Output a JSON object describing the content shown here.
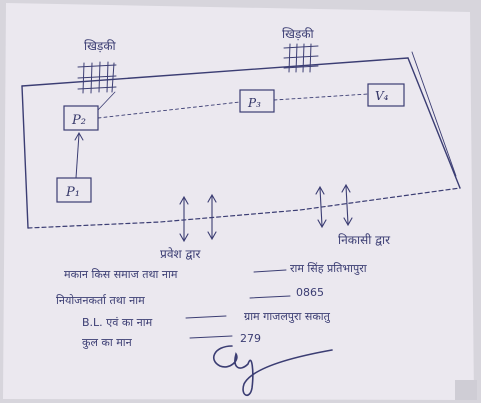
{
  "colors": {
    "paper": "#ebe8ef",
    "ink": "#3b3d73",
    "background": "#d7d5dc"
  },
  "boxes": {
    "p1": "P₁",
    "p2": "P₂",
    "p3": "P₃",
    "p4": "V₄"
  },
  "labels": {
    "window_left": "खिड़की",
    "window_right": "खिड़की",
    "entrance": "प्रवेश द्वार",
    "exit": "निकासी द्वार"
  },
  "notes": {
    "line1_left": "मकान किस समाज तथा नाम",
    "line1_right": "राम सिंह प्रतिभापुरा",
    "line2_left": "नियोजनकर्ता तथा नाम",
    "line2_right": "0865",
    "line3_left": "B.L. एवं का नाम",
    "line3_right": "ग्राम गाजलपुरा सकातु",
    "line4_left": "कुल का मान",
    "line4_right": "279"
  },
  "signature_icon": "handwritten-signature"
}
